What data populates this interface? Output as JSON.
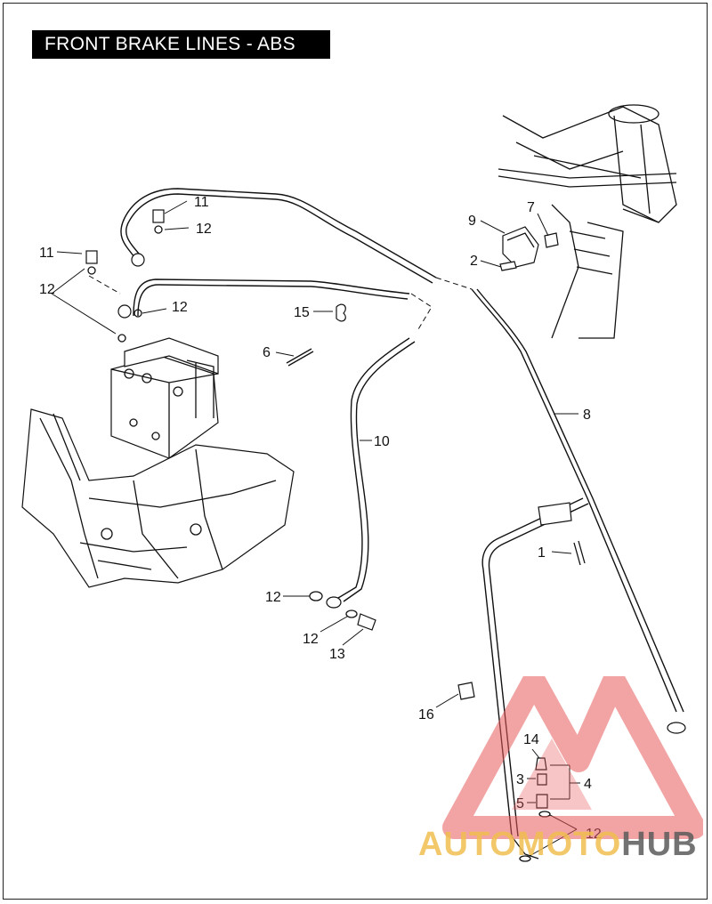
{
  "title": "FRONT BRAKE LINES - ABS",
  "callouts": [
    {
      "id": "c-11a",
      "text": "11"
    },
    {
      "id": "c-12a",
      "text": "12"
    },
    {
      "id": "c-11b",
      "text": "11"
    },
    {
      "id": "c-12b",
      "text": "12"
    },
    {
      "id": "c-12c",
      "text": "12"
    },
    {
      "id": "c-15",
      "text": "15"
    },
    {
      "id": "c-6",
      "text": "6"
    },
    {
      "id": "c-10",
      "text": "10"
    },
    {
      "id": "c-9",
      "text": "9"
    },
    {
      "id": "c-7",
      "text": "7"
    },
    {
      "id": "c-2",
      "text": "2"
    },
    {
      "id": "c-8",
      "text": "8"
    },
    {
      "id": "c-1",
      "text": "1"
    },
    {
      "id": "c-12d",
      "text": "12"
    },
    {
      "id": "c-12e",
      "text": "12"
    },
    {
      "id": "c-13",
      "text": "13"
    },
    {
      "id": "c-16",
      "text": "16"
    },
    {
      "id": "c-14",
      "text": "14"
    },
    {
      "id": "c-3",
      "text": "3"
    },
    {
      "id": "c-4",
      "text": "4"
    },
    {
      "id": "c-5",
      "text": "5"
    },
    {
      "id": "c-12f",
      "text": "12"
    }
  ],
  "watermark": {
    "part1": "AUTOMOTO",
    "part2": "HUB"
  },
  "colors": {
    "watermark_red": "#e85a5a",
    "watermark_gold": "#f0be50",
    "watermark_gray": "#5a5a5a"
  }
}
